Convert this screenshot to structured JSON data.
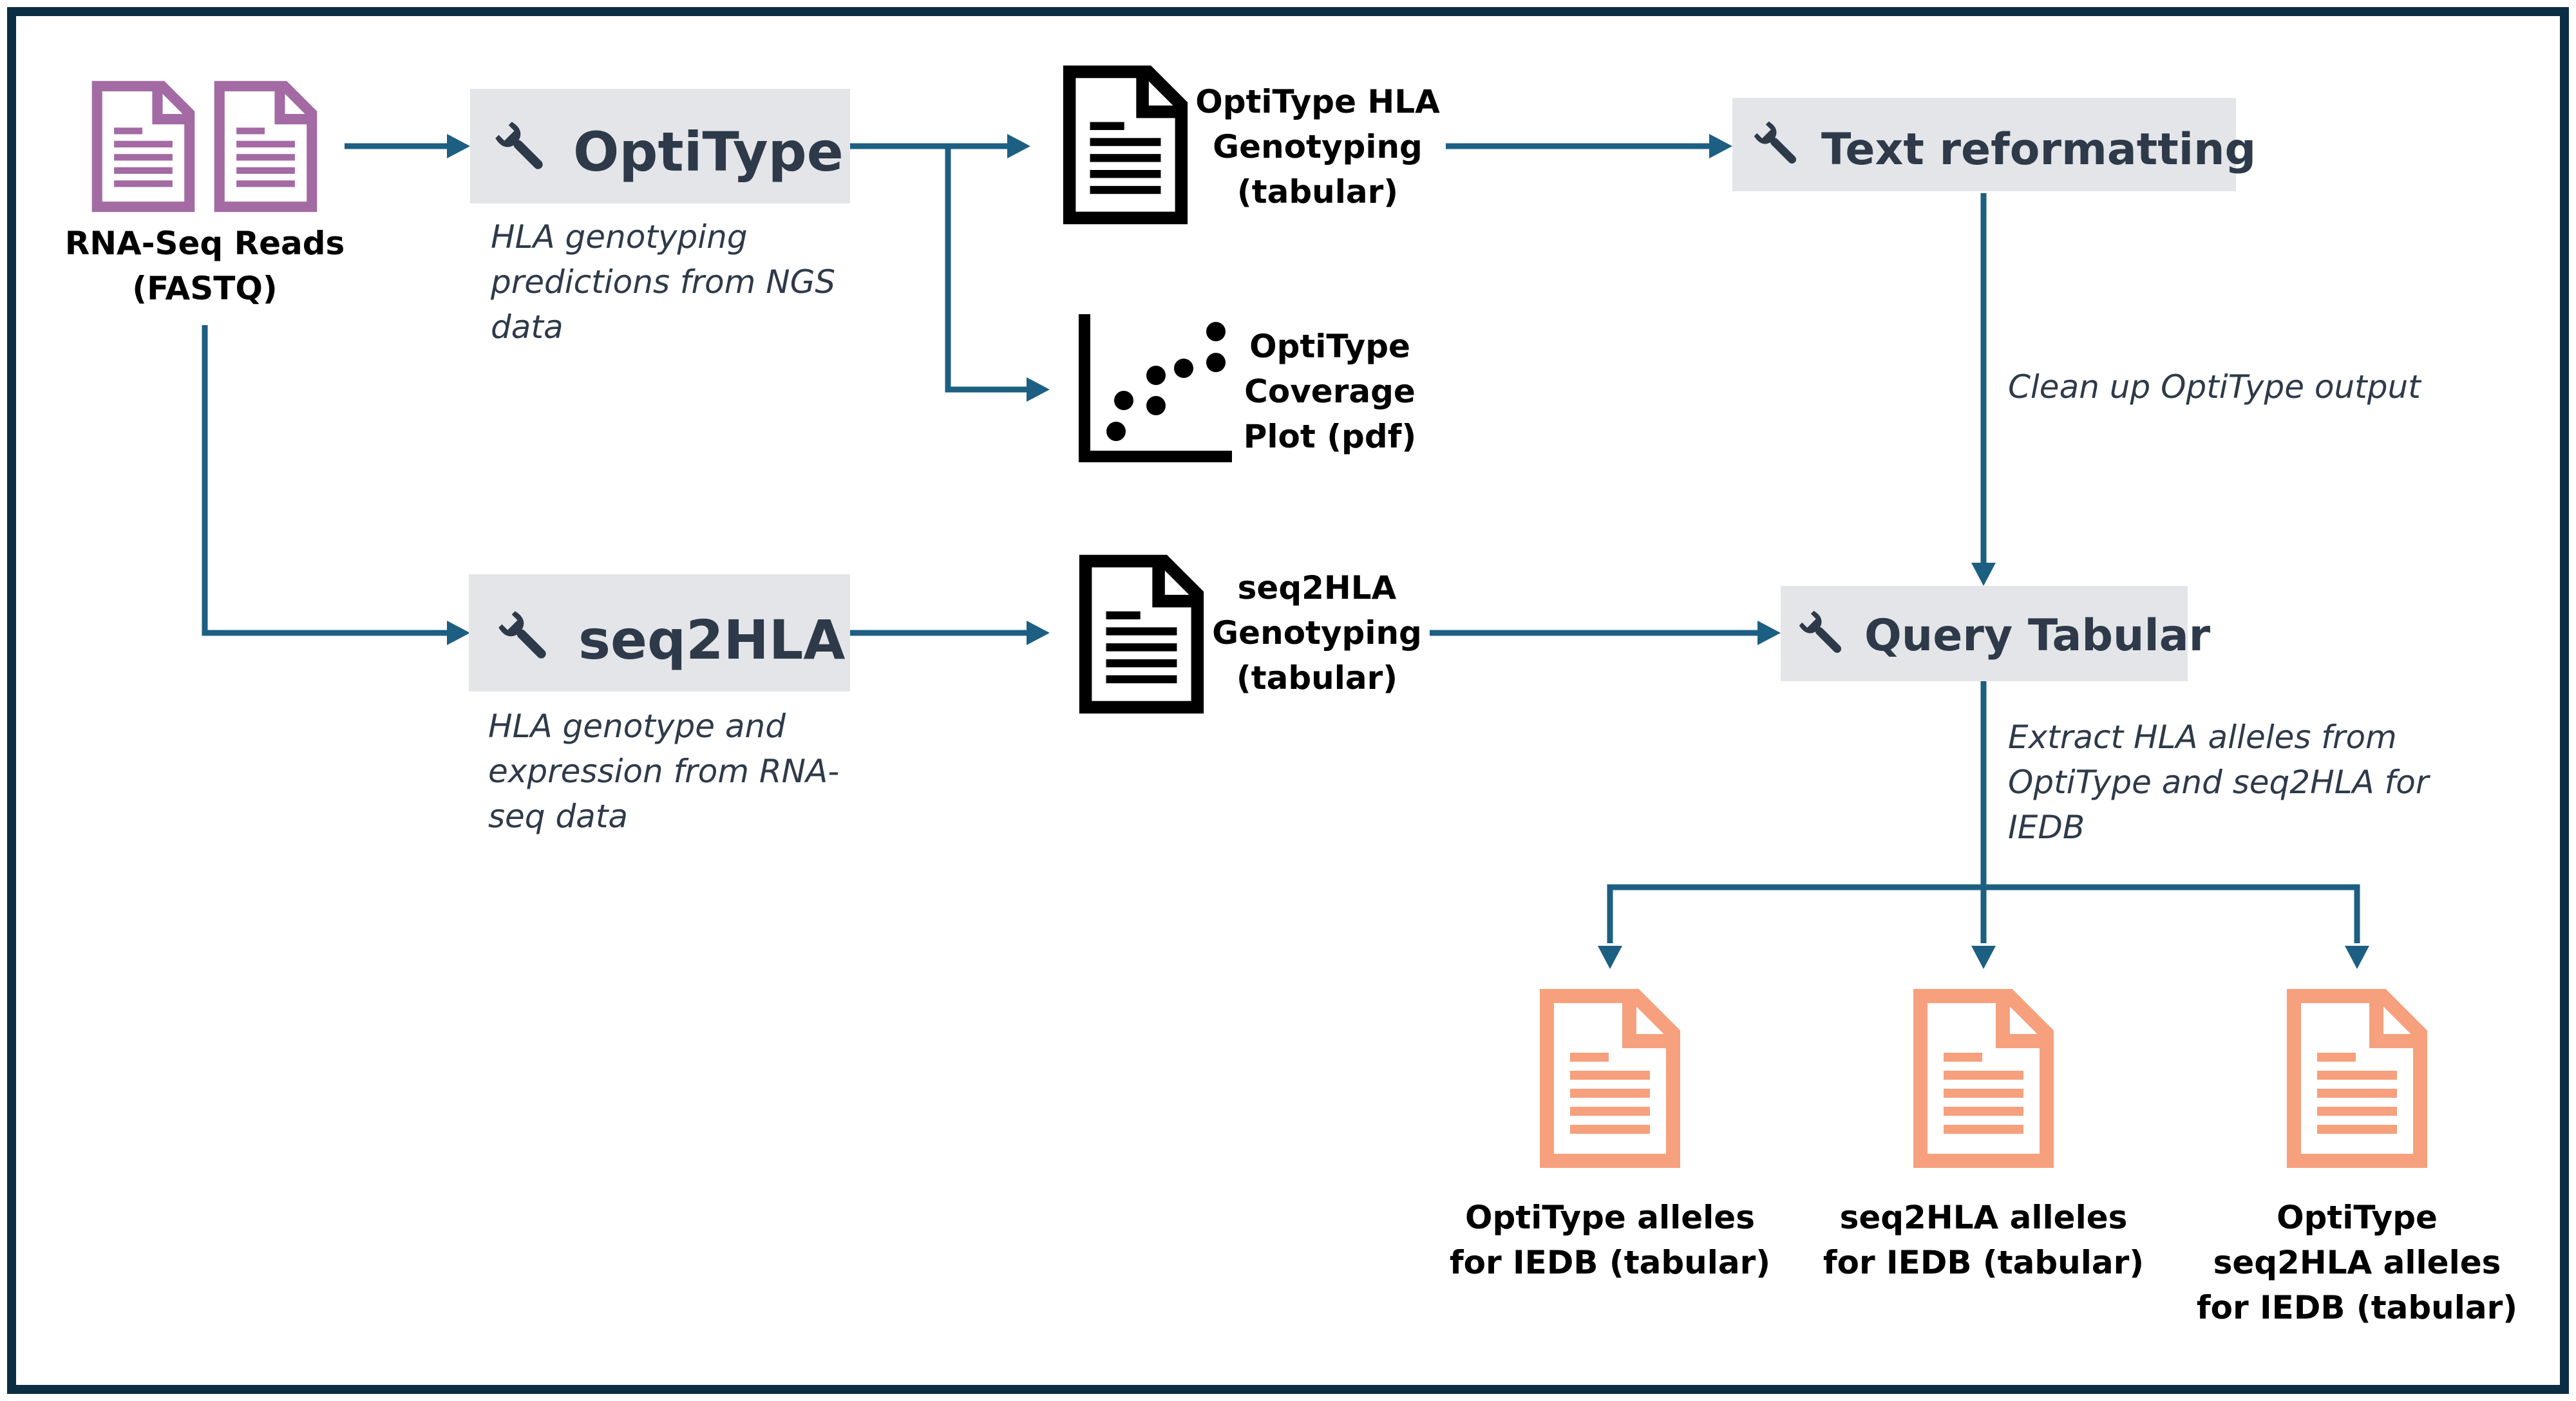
{
  "colors": {
    "border": "#0b2e44",
    "arrow": "#1c5f82",
    "tool_box": "#e3e5e8",
    "tool_text": "#2e3a49",
    "input_file": "#a36aa3",
    "output_file": "#f6a07d",
    "doc_black": "#000000"
  },
  "input": {
    "label_lines": [
      "RNA-Seq Reads",
      "(FASTQ)"
    ],
    "icon": "document-icon"
  },
  "tools": {
    "optitype": {
      "name": "OptiType",
      "description_lines": [
        "HLA genotyping",
        "predictions from NGS",
        "data"
      ]
    },
    "seq2hla": {
      "name": "seq2HLA",
      "description_lines": [
        "HLA genotype and",
        "expression from RNA-",
        "seq data"
      ]
    },
    "text_reformatting": {
      "name": "Text reformatting",
      "note": "Clean up OptiType output"
    },
    "query_tabular": {
      "name": "Query Tabular",
      "note_lines": [
        "Extract HLA alleles from",
        "OptiType and seq2HLA for",
        "IEDB"
      ]
    }
  },
  "intermediate_outputs": {
    "optitype_genotyping": [
      "OptiType HLA",
      "Genotyping",
      "(tabular)"
    ],
    "optitype_coverage": [
      "OptiType",
      "Coverage",
      "Plot (pdf)"
    ],
    "seq2hla_genotyping": [
      "seq2HLA",
      "Genotyping",
      "(tabular)"
    ]
  },
  "final_outputs": [
    {
      "lines": [
        "OptiType alleles",
        "for IEDB (tabular)"
      ]
    },
    {
      "lines": [
        "seq2HLA alleles",
        "for IEDB (tabular)"
      ]
    },
    {
      "lines": [
        "OptiType",
        "seq2HLA alleles",
        "for IEDB (tabular)"
      ]
    }
  ]
}
